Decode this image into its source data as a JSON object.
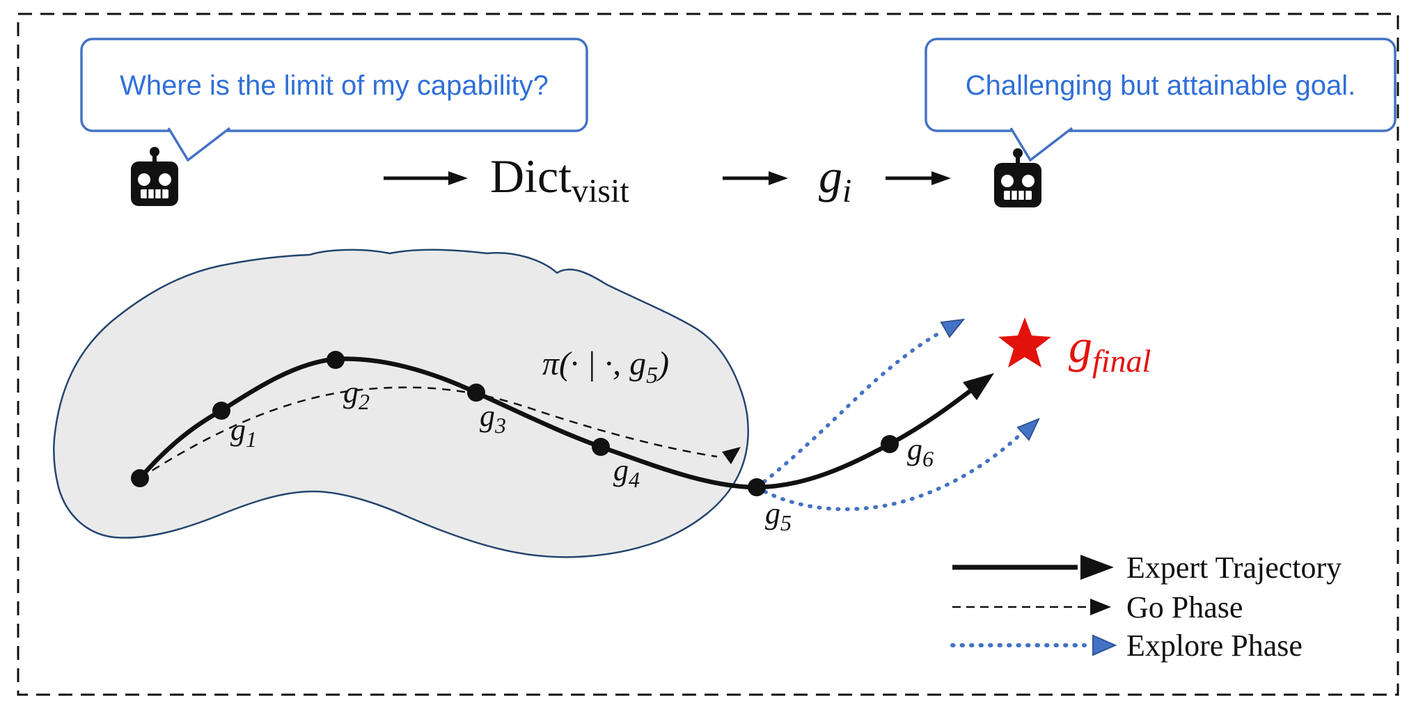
{
  "colors": {
    "accent_blue": "#4472c4",
    "bubble_text_blue": "#2f6fd8",
    "explore_blue": "#4472c4",
    "explore_blue_dark": "#2f5496",
    "goal_red": "#e3120b",
    "blob_fill": "#eaeaea",
    "blob_stroke": "#24456e",
    "ink": "#111111"
  },
  "bubbles": {
    "left": "Where is the limit of my capability?",
    "right": "Challenging but attainable goal."
  },
  "flow": {
    "dict_base": "Dict",
    "dict_sub": "visit",
    "goal_base": "g",
    "goal_sub": "i"
  },
  "policy_label": {
    "pre": "π(· | ·, g",
    "sub": "5",
    "post": ")"
  },
  "final_goal": {
    "base": "g",
    "sub": "final"
  },
  "waypoints": {
    "g1": {
      "base": "g",
      "sub": "1"
    },
    "g2": {
      "base": "g",
      "sub": "2"
    },
    "g3": {
      "base": "g",
      "sub": "3"
    },
    "g4": {
      "base": "g",
      "sub": "4"
    },
    "g5": {
      "base": "g",
      "sub": "5"
    },
    "g6": {
      "base": "g",
      "sub": "6"
    }
  },
  "legend": {
    "expert": "Expert Trajectory",
    "go": "Go Phase",
    "explore": "Explore Phase"
  }
}
